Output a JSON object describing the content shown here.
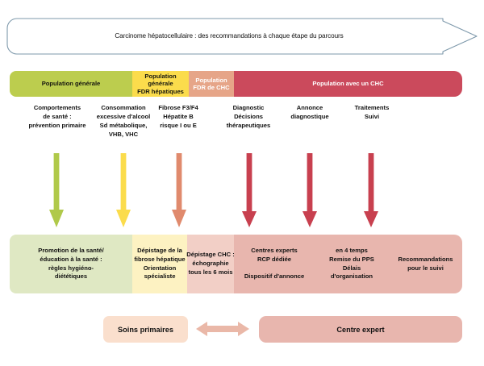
{
  "banner": {
    "title": "Carcinome hépatocellulaire : des recommandations à chaque étape du parcours",
    "arrow_icon": "right-arrow-icon",
    "stroke_color": "#7e99ab"
  },
  "population_bands": [
    {
      "label": "Population générale",
      "color": "#bccd4e",
      "text_color": "#16160f"
    },
    {
      "label": "Population générale\nFDR hépatiques",
      "line1": "Population générale",
      "line2": "FDR hépatiques",
      "color": "#fbdc4c",
      "text_color": "#16160f"
    },
    {
      "label": "Population\nFDR de CHC",
      "line1": "Population",
      "line2": "FDR de CHC",
      "color": "#e6a588",
      "text_color": "#ffffff"
    },
    {
      "label": "Population avec un CHC",
      "color": "#cb4a5c",
      "text_color": "#ffffff"
    }
  ],
  "stage_captions": [
    {
      "lines": [
        "Comportements",
        "de santé :",
        "prévention primaire"
      ]
    },
    {
      "lines": [
        "Consommation",
        "excessive d'alcool",
        "Sd métabolique,",
        "VHB, VHC"
      ]
    },
    {
      "lines": [
        "Fibrose F3/F4",
        "Hépatite B",
        "risque I ou E"
      ]
    },
    {
      "lines": [
        "Diagnostic",
        "Décisions",
        "thérapeutiques"
      ]
    },
    {
      "lines": [
        "Annonce",
        "diagnostique"
      ]
    },
    {
      "lines": [
        "Traitements",
        "Suivi"
      ]
    }
  ],
  "arrows": [
    {
      "name": "arrow-down-prevention",
      "color": "#b0c94a"
    },
    {
      "name": "arrow-down-depistage-fibrose",
      "color": "#fbdc4c"
    },
    {
      "name": "arrow-down-depistage-chc",
      "color": "#e08a6d"
    },
    {
      "name": "arrow-down-diagnostic",
      "color": "#c8404f"
    },
    {
      "name": "arrow-down-annonce",
      "color": "#c8404f"
    },
    {
      "name": "arrow-down-traitements",
      "color": "#c8404f"
    }
  ],
  "action_panels": [
    {
      "lines": [
        "Promotion de la santé/",
        "éducation à la santé :",
        "règles hygiéno-",
        "diététiques"
      ],
      "color": "#dfe8c3"
    },
    {
      "lines": [
        "Dépistage de la",
        "fibrose hépatique",
        "Orientation",
        "spécialiste"
      ],
      "color": "#fdf2c2"
    },
    {
      "lines": [
        "Dépistage CHC :",
        "échographie",
        "tous les 6 mois"
      ],
      "color": "#f2cfc6"
    },
    {
      "lines": [
        "Centres experts",
        "RCP dédiée",
        "",
        "Dispositif d'annonce"
      ],
      "color": "#e8b6ae"
    },
    {
      "lines": [
        "en 4 temps",
        "Remise du PPS",
        "Délais",
        "d'organisation"
      ],
      "color": "#e8b6ae"
    },
    {
      "lines": [
        "Recommandations",
        "pour le suivi"
      ],
      "color": "#e8b6ae"
    }
  ],
  "legend": {
    "primary_care": "Soins primaires",
    "expert_center": "Centre expert",
    "arrow_icon": "double-arrow-horizontal-icon",
    "arrow_color": "#eab8a8",
    "primary_color": "#fadfcd",
    "expert_color": "#e8b6ae"
  }
}
